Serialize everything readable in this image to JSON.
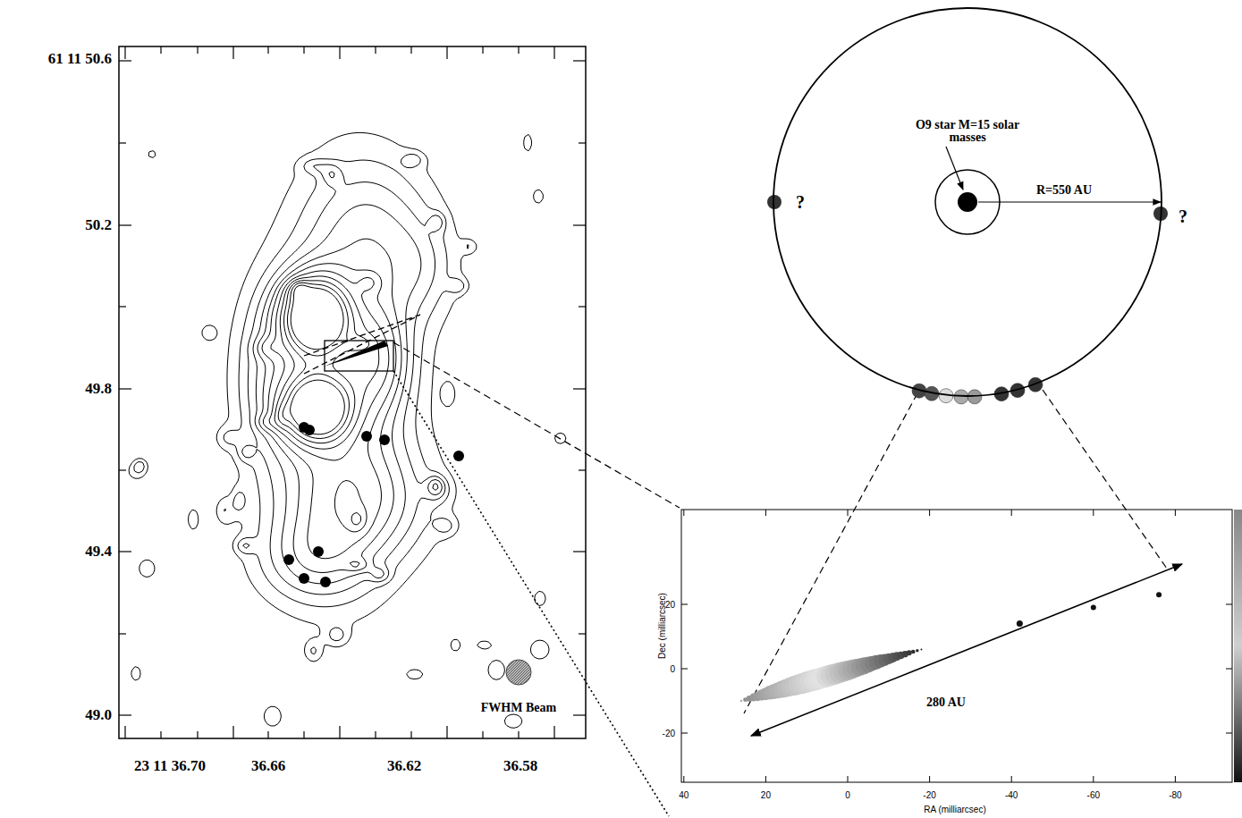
{
  "diagram": {
    "nodes": [
      {
        "text": [
          "O9 star M=15 solar masses",
          "R=550 AU"
        ]
      }
    ],
    "labels": [
      "61 11 50.6",
      "50.2",
      "49.8",
      "49.4",
      "49.0",
      "23 11 36.70",
      "36.66",
      "36.62",
      "36.58",
      "FWHM Beam",
      "?",
      "?",
      "Dec (milliarcsec)",
      "20",
      "0",
      "-20",
      "40",
      "20",
      "0",
      "-20",
      "-40",
      "-60",
      "-80",
      "RA (milliarcsec)",
      "280 AU"
    ]
  }
}
